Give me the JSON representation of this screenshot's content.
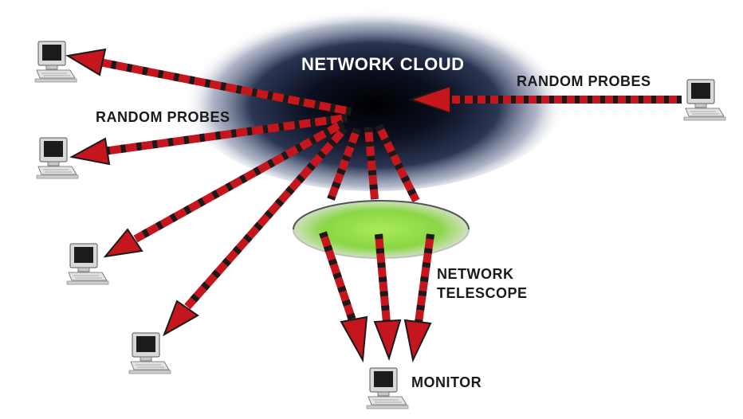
{
  "labels": {
    "network_cloud": "NETWORK CLOUD",
    "random_probes_right": "RANDOM PROBES",
    "random_probes_left": "RANDOM PROBES",
    "network_telescope_line1": "NETWORK",
    "network_telescope_line2": "TELESCOPE",
    "monitor": "MONITOR"
  },
  "colors": {
    "arrow_red": "#c4161c",
    "arrow_dark": "#1a1a1a",
    "cloud_core": "#0a0f1c",
    "cloud_edge": "#3c4a6a",
    "telescope_green": "#7fd23a",
    "telescope_rim": "#d8d8d8"
  },
  "icons": {
    "host": "desktop-computer-icon",
    "monitor": "desktop-computer-icon"
  }
}
